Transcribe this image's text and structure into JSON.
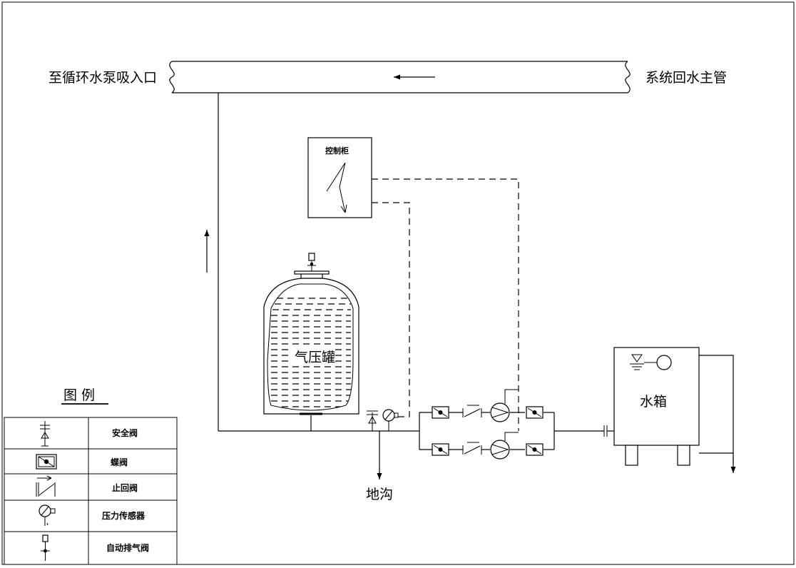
{
  "labels": {
    "to_pump_inlet": "至循环水泵吸入口",
    "system_return_main": "系统回水主管",
    "control_cabinet": "控制柜",
    "pressure_tank": "气压罐",
    "water_tank": "水箱",
    "floor_drain": "地沟"
  },
  "legend": {
    "title": "图  例",
    "items": [
      {
        "icon": "safety-valve-icon",
        "label": "安全阀"
      },
      {
        "icon": "butterfly-valve-icon",
        "label": "蝶阀"
      },
      {
        "icon": "check-valve-icon",
        "label": "止回阀"
      },
      {
        "icon": "pressure-sensor-icon",
        "label": "压力传感器"
      },
      {
        "icon": "auto-air-vent-icon",
        "label": "自动排气阀"
      }
    ]
  }
}
